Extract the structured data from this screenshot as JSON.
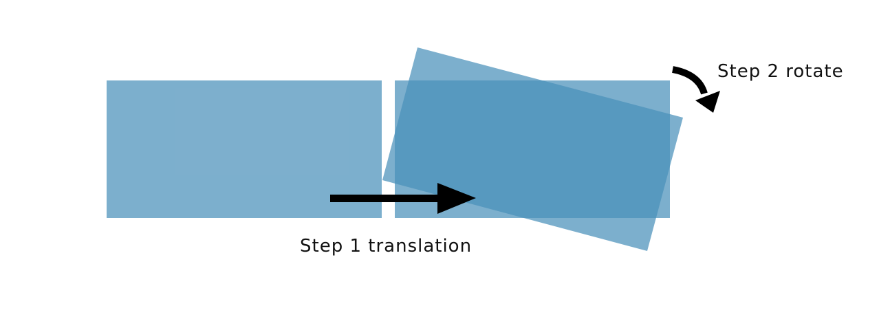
{
  "diagram": {
    "step1_label": "Step 1 translation",
    "step2_label": "Step 2 rotate",
    "colors": {
      "background": "#ffffff",
      "rectangle_fill": "#4a90ba",
      "rectangle_opacity": 0.72,
      "arrow": "#000000",
      "text": "#111111"
    },
    "elements": [
      "original-rectangle",
      "translated-rectangle",
      "rotated-rectangle",
      "translation-arrow",
      "rotation-arrow"
    ]
  }
}
